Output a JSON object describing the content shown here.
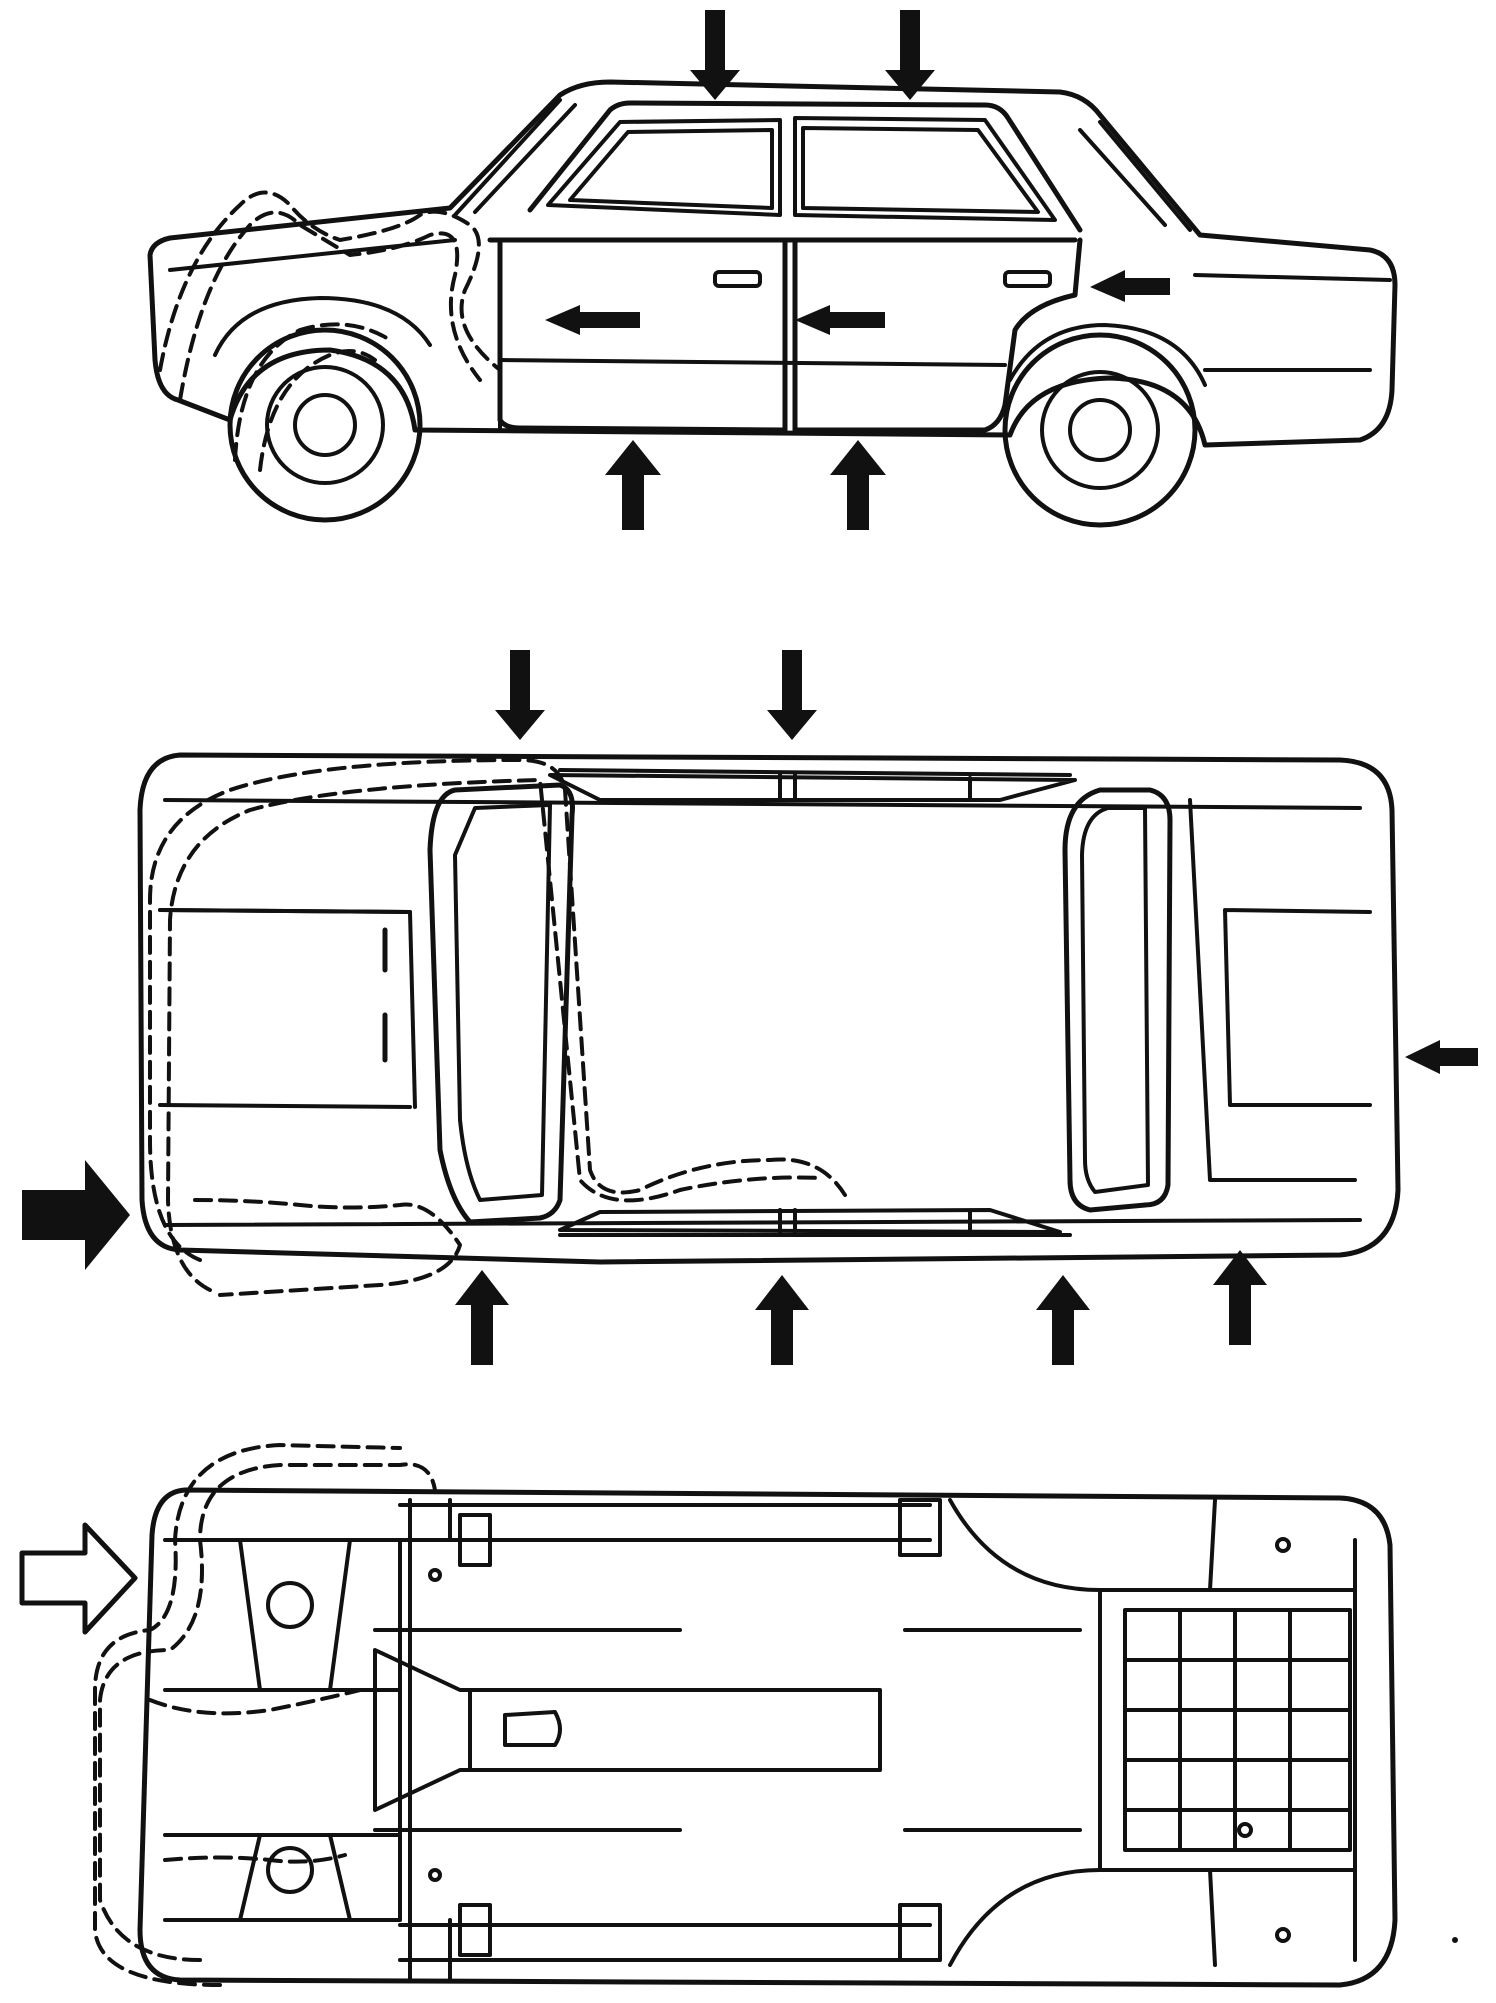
{
  "diagram": {
    "views": [
      {
        "id": "side-view",
        "arrows": 7
      },
      {
        "id": "top-view",
        "arrows": 8
      },
      {
        "id": "underbody-view",
        "arrows": 1
      }
    ],
    "colors": {
      "line": "#111111",
      "background": "#ffffff"
    },
    "icons": [
      "solid-arrow-icon",
      "outline-arrow-icon",
      "dashed-damage-contour"
    ]
  }
}
